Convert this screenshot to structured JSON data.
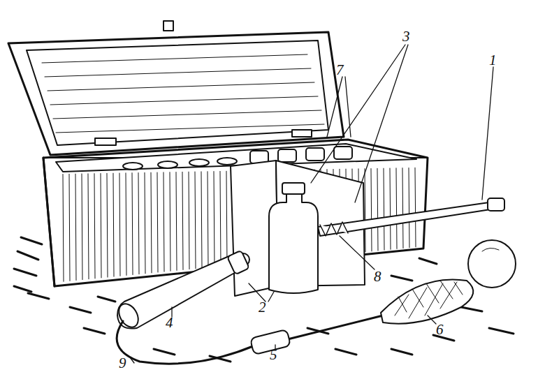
{
  "diagram": {
    "labels": [
      "7",
      "3",
      "1",
      "8",
      "2",
      "4",
      "9",
      "5",
      "6"
    ]
  }
}
